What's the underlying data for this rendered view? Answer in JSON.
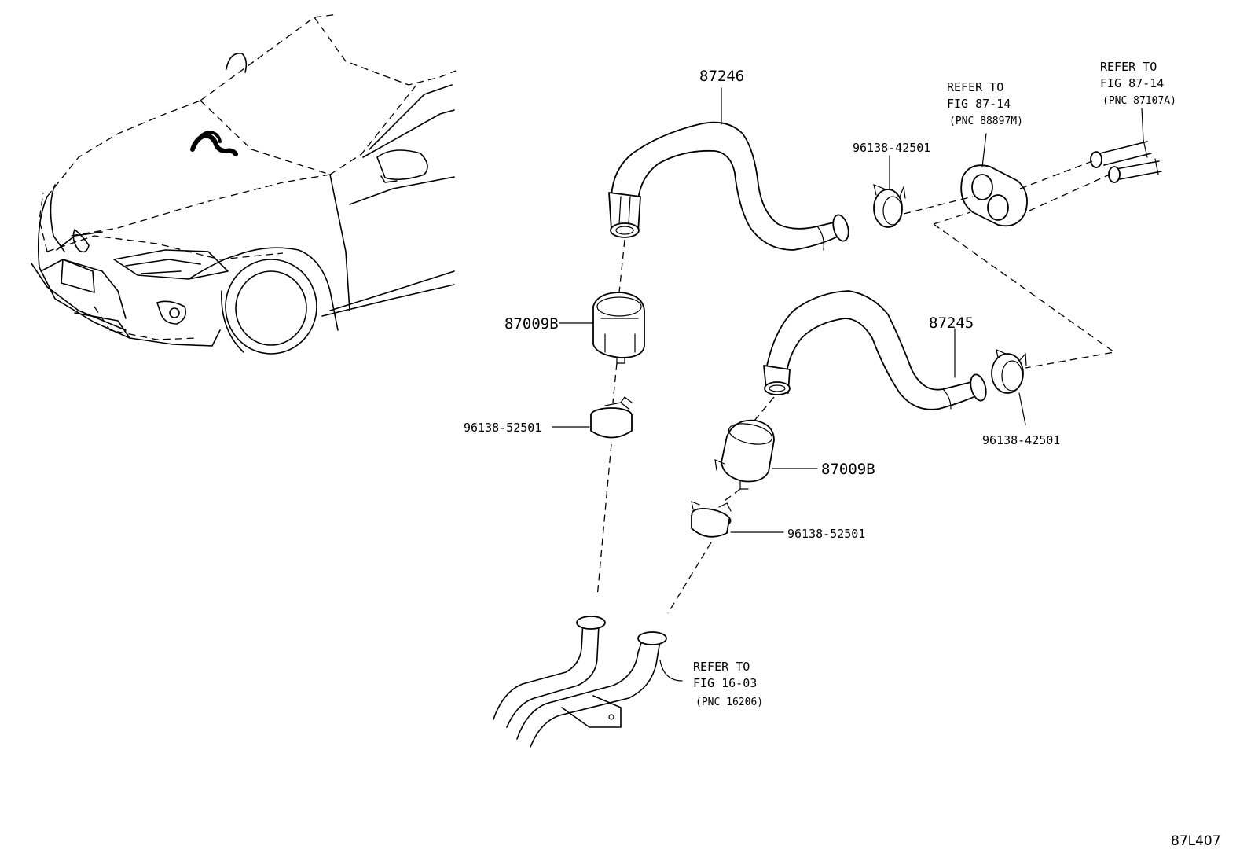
{
  "labels": {
    "hose_upper": "87246",
    "hose_lower": "87245",
    "clip_upper_left": "87009B",
    "clip_lower_right": "87009B",
    "clamp_upper_left": "96138-52501",
    "clamp_lower_right": "96138-52501",
    "clamp_upper_right": "96138-42501",
    "clamp_lower_far_right": "96138-42501"
  },
  "refer_grommet": {
    "line1": "REFER TO",
    "line2": "FIG 87-14",
    "line3": "(PNC 88897M)"
  },
  "refer_pipes": {
    "line1": "REFER TO",
    "line2": "FIG 87-14",
    "line3": "(PNC 87107A)"
  },
  "refer_heater": {
    "line1": "REFER TO",
    "line2": "FIG 16-03",
    "line3": "(PNC 16206)"
  },
  "diagram_code": "87L407"
}
